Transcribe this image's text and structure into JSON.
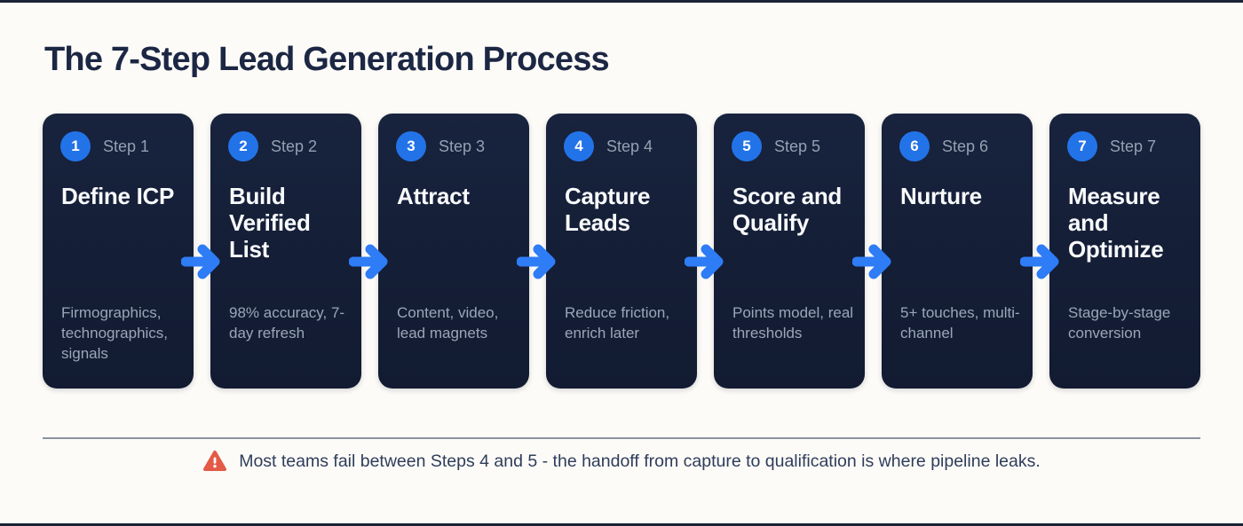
{
  "page": {
    "title": "The 7-Step Lead Generation Process"
  },
  "steps": [
    {
      "number": "1",
      "label": "Step 1",
      "title": "Define ICP",
      "description": "Firmographics, technographics, signals"
    },
    {
      "number": "2",
      "label": "Step 2",
      "title": "Build Verified List",
      "description": "98% accuracy, 7-day refresh"
    },
    {
      "number": "3",
      "label": "Step 3",
      "title": "Attract",
      "description": "Content, video, lead magnets"
    },
    {
      "number": "4",
      "label": "Step 4",
      "title": "Capture Leads",
      "description": "Reduce friction, enrich later"
    },
    {
      "number": "5",
      "label": "Step 5",
      "title": "Score and Qualify",
      "description": "Points model, real thresholds"
    },
    {
      "number": "6",
      "label": "Step 6",
      "title": "Nurture",
      "description": "5+ touches, multi-channel"
    },
    {
      "number": "7",
      "label": "Step 7",
      "title": "Measure and Optimize",
      "description": "Stage-by-stage conversion"
    }
  ],
  "warning": {
    "text": "Most teams fail between Steps 4 and 5 - the handoff from capture to qualification is where pipeline leaks.",
    "icon": "warning-triangle-icon"
  },
  "icons": {
    "step_connector": "right-arrow-icon"
  },
  "colors": {
    "background": "#FDFBF7",
    "card_background": "#16203A",
    "accent_blue": "#2E7CF6",
    "badge_blue": "#2373E8",
    "title_navy": "#1C2744",
    "step_label_gray": "#95A0B3",
    "description_gray": "#9BA6B8",
    "warning_red": "#E45A47",
    "warning_text": "#2E3D5C",
    "divider_gray": "#8B93A1"
  }
}
